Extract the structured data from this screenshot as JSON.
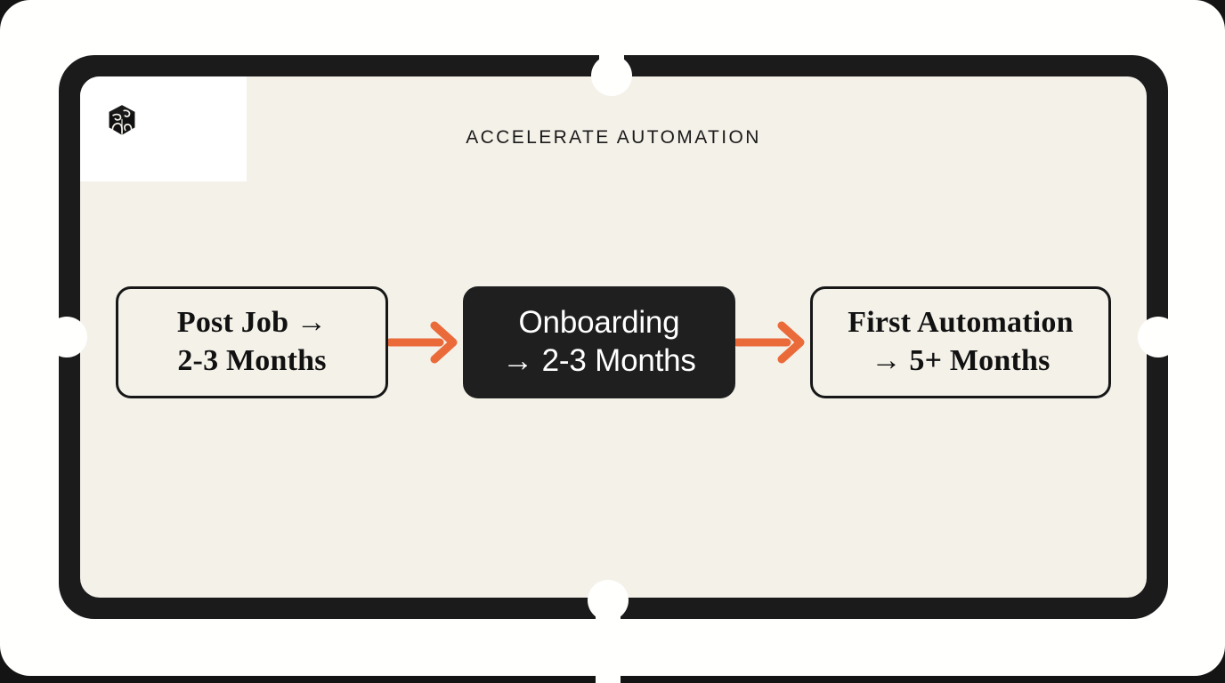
{
  "canvas": {
    "background_color": "#141414",
    "card_color": "#fffffe",
    "bezel_color": "#1b1b1b",
    "screen_color": "#f4f1e9"
  },
  "header": {
    "title": "ACCELERATE AUTOMATION",
    "logo_icon": "cube-swirl-logo-icon"
  },
  "colors": {
    "accent_orange": "#ea6a3a",
    "ink": "#171717",
    "paper": "#f4f1e9",
    "dark_node": "#1f1f1f"
  },
  "flow": {
    "arrow_icon": "arrow-right-icon",
    "steps": [
      {
        "id": "post-job",
        "style": "light",
        "line1": "Post Job →",
        "line2": "2-3 Months"
      },
      {
        "id": "onboarding",
        "style": "dark",
        "line1": "Onboarding",
        "line2": "→ 2-3 Months"
      },
      {
        "id": "first-automation",
        "style": "light",
        "line1": "First Automation",
        "line2": "→ 5+ Months"
      }
    ]
  }
}
